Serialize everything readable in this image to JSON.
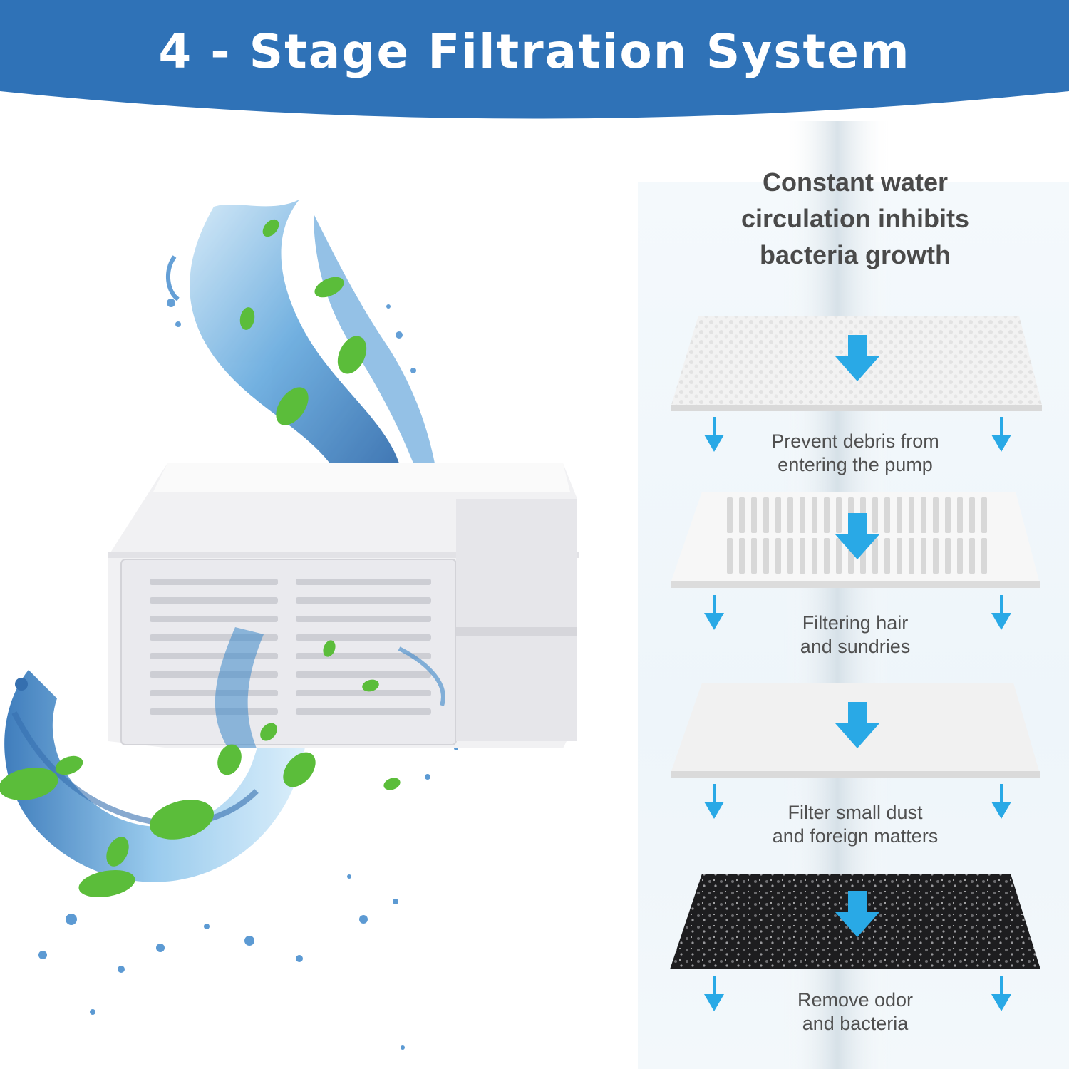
{
  "header": {
    "title": "4 - Stage Filtration System",
    "color": "#2f72b7"
  },
  "panel": {
    "title_lines": [
      "Constant water",
      "circulation inhibits",
      "bacteria growth"
    ]
  },
  "stages": [
    {
      "lines": [
        "Prevent debris from",
        "entering the pump"
      ],
      "layer": "white-foam"
    },
    {
      "lines": [
        "Filtering hair",
        "and sundries"
      ],
      "layer": "plastic-grid"
    },
    {
      "lines": [
        "Filter small dust",
        "and foreign matters"
      ],
      "layer": "white-cotton"
    },
    {
      "lines": [
        "Remove odor",
        "and bacteria"
      ],
      "layer": "activated-carbon"
    }
  ],
  "colors": {
    "arrow": "#29a9e6",
    "carbon": "#1d1d1f",
    "leaf": "#5bbd3a",
    "water": "#3a86c8"
  }
}
